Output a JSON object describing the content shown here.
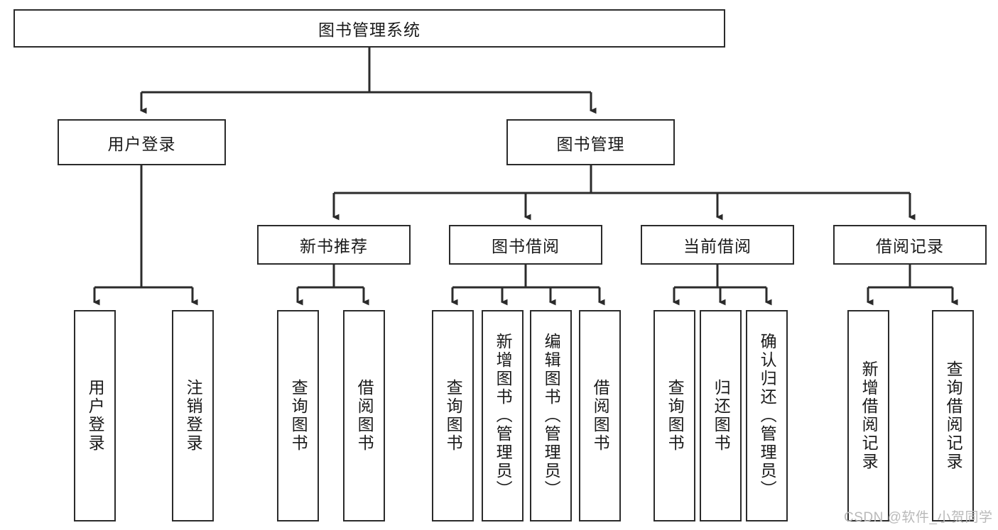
{
  "diagram": {
    "title": "图书管理系统",
    "type": "tree-hierarchy-functional-structure",
    "levels": [
      {
        "level": 1,
        "nodes": [
          {
            "id": "root",
            "label": "图书管理系统",
            "orientation": "horizontal"
          }
        ]
      },
      {
        "level": 2,
        "nodes": [
          {
            "id": "user-login",
            "label": "用户登录",
            "orientation": "horizontal",
            "parent": "root"
          },
          {
            "id": "book-manage",
            "label": "图书管理",
            "orientation": "horizontal",
            "parent": "root"
          }
        ]
      },
      {
        "level": 3,
        "nodes": [
          {
            "id": "new-book-recommend",
            "label": "新书推荐",
            "orientation": "horizontal",
            "parent": "book-manage"
          },
          {
            "id": "book-borrow",
            "label": "图书借阅",
            "orientation": "horizontal",
            "parent": "book-manage"
          },
          {
            "id": "current-borrow",
            "label": "当前借阅",
            "orientation": "horizontal",
            "parent": "book-manage"
          },
          {
            "id": "borrow-record",
            "label": "借阅记录",
            "orientation": "horizontal",
            "parent": "book-manage"
          }
        ]
      },
      {
        "level": 4,
        "nodes": [
          {
            "id": "leaf-user-login",
            "label": "用户登录",
            "orientation": "vertical",
            "parent": "user-login"
          },
          {
            "id": "leaf-logout-login",
            "label": "注销登录",
            "orientation": "vertical",
            "parent": "user-login"
          },
          {
            "id": "leaf-query-book-1",
            "label": "查询图书",
            "orientation": "vertical",
            "parent": "new-book-recommend"
          },
          {
            "id": "leaf-borrow-book-1",
            "label": "借阅图书",
            "orientation": "vertical",
            "parent": "new-book-recommend"
          },
          {
            "id": "leaf-query-book-2",
            "label": "查询图书",
            "orientation": "vertical",
            "parent": "book-borrow"
          },
          {
            "id": "leaf-add-book",
            "label": "新增图书（管理员）",
            "orientation": "vertical",
            "parent": "book-borrow"
          },
          {
            "id": "leaf-edit-book",
            "label": "编辑图书（管理员）",
            "orientation": "vertical",
            "parent": "book-borrow"
          },
          {
            "id": "leaf-borrow-book-2",
            "label": "借阅图书",
            "orientation": "vertical",
            "parent": "book-borrow"
          },
          {
            "id": "leaf-query-book-3",
            "label": "查询图书",
            "orientation": "vertical",
            "parent": "current-borrow"
          },
          {
            "id": "leaf-return-book",
            "label": "归还图书",
            "orientation": "vertical",
            "parent": "current-borrow"
          },
          {
            "id": "leaf-confirm-return",
            "label": "确认归还（管理员）",
            "orientation": "vertical",
            "parent": "current-borrow"
          },
          {
            "id": "leaf-add-record",
            "label": "新增借阅记录",
            "orientation": "vertical",
            "parent": "borrow-record"
          },
          {
            "id": "leaf-query-record",
            "label": "查询借阅记录",
            "orientation": "vertical",
            "parent": "borrow-record"
          }
        ]
      }
    ],
    "watermark": "CSDN @软件_小贺同学",
    "colors": {
      "stroke": "#2b2b2b",
      "fill": "#ffffff",
      "text": "#1a1a1a",
      "watermark": "#b9b9b9"
    }
  }
}
